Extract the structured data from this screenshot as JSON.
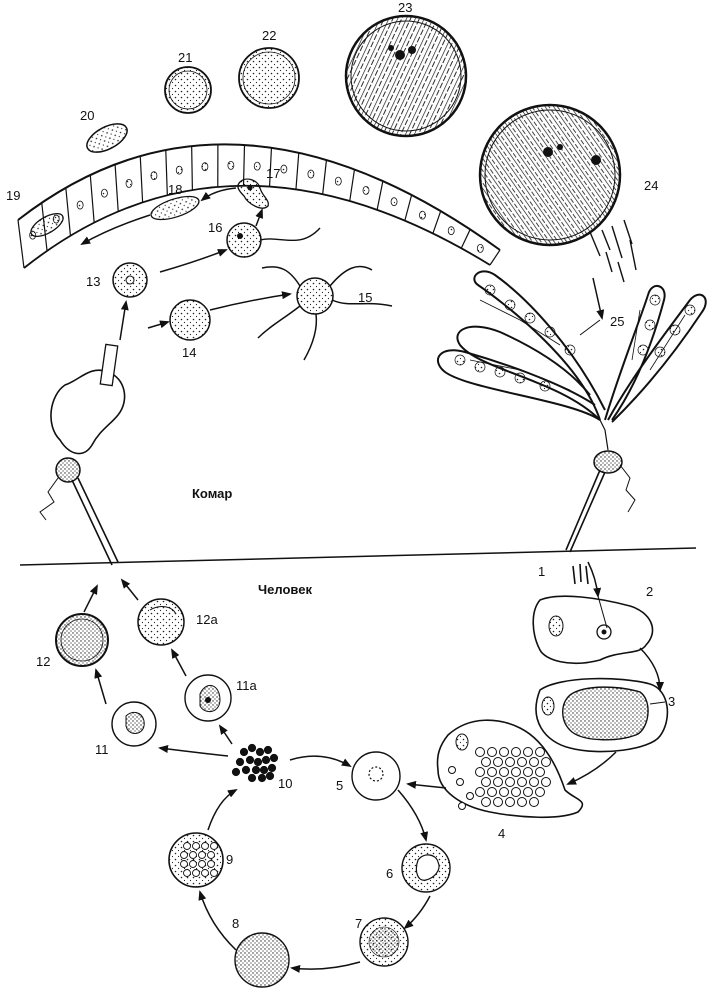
{
  "sections": {
    "mosquito": "Комар",
    "human": "Человек"
  },
  "labels": {
    "l1": "1",
    "l2": "2",
    "l3": "3",
    "l4": "4",
    "l5": "5",
    "l6": "6",
    "l7": "7",
    "l8": "8",
    "l9": "9",
    "l10": "10",
    "l11": "11",
    "l11a": "11а",
    "l12": "12",
    "l12a": "12а",
    "l13": "13",
    "l14": "14",
    "l15": "15",
    "l16": "16",
    "l17": "17",
    "l18": "18",
    "l19": "19",
    "l20": "20",
    "l21": "21",
    "l22": "22",
    "l23": "23",
    "l24": "24",
    "l25": "25"
  }
}
